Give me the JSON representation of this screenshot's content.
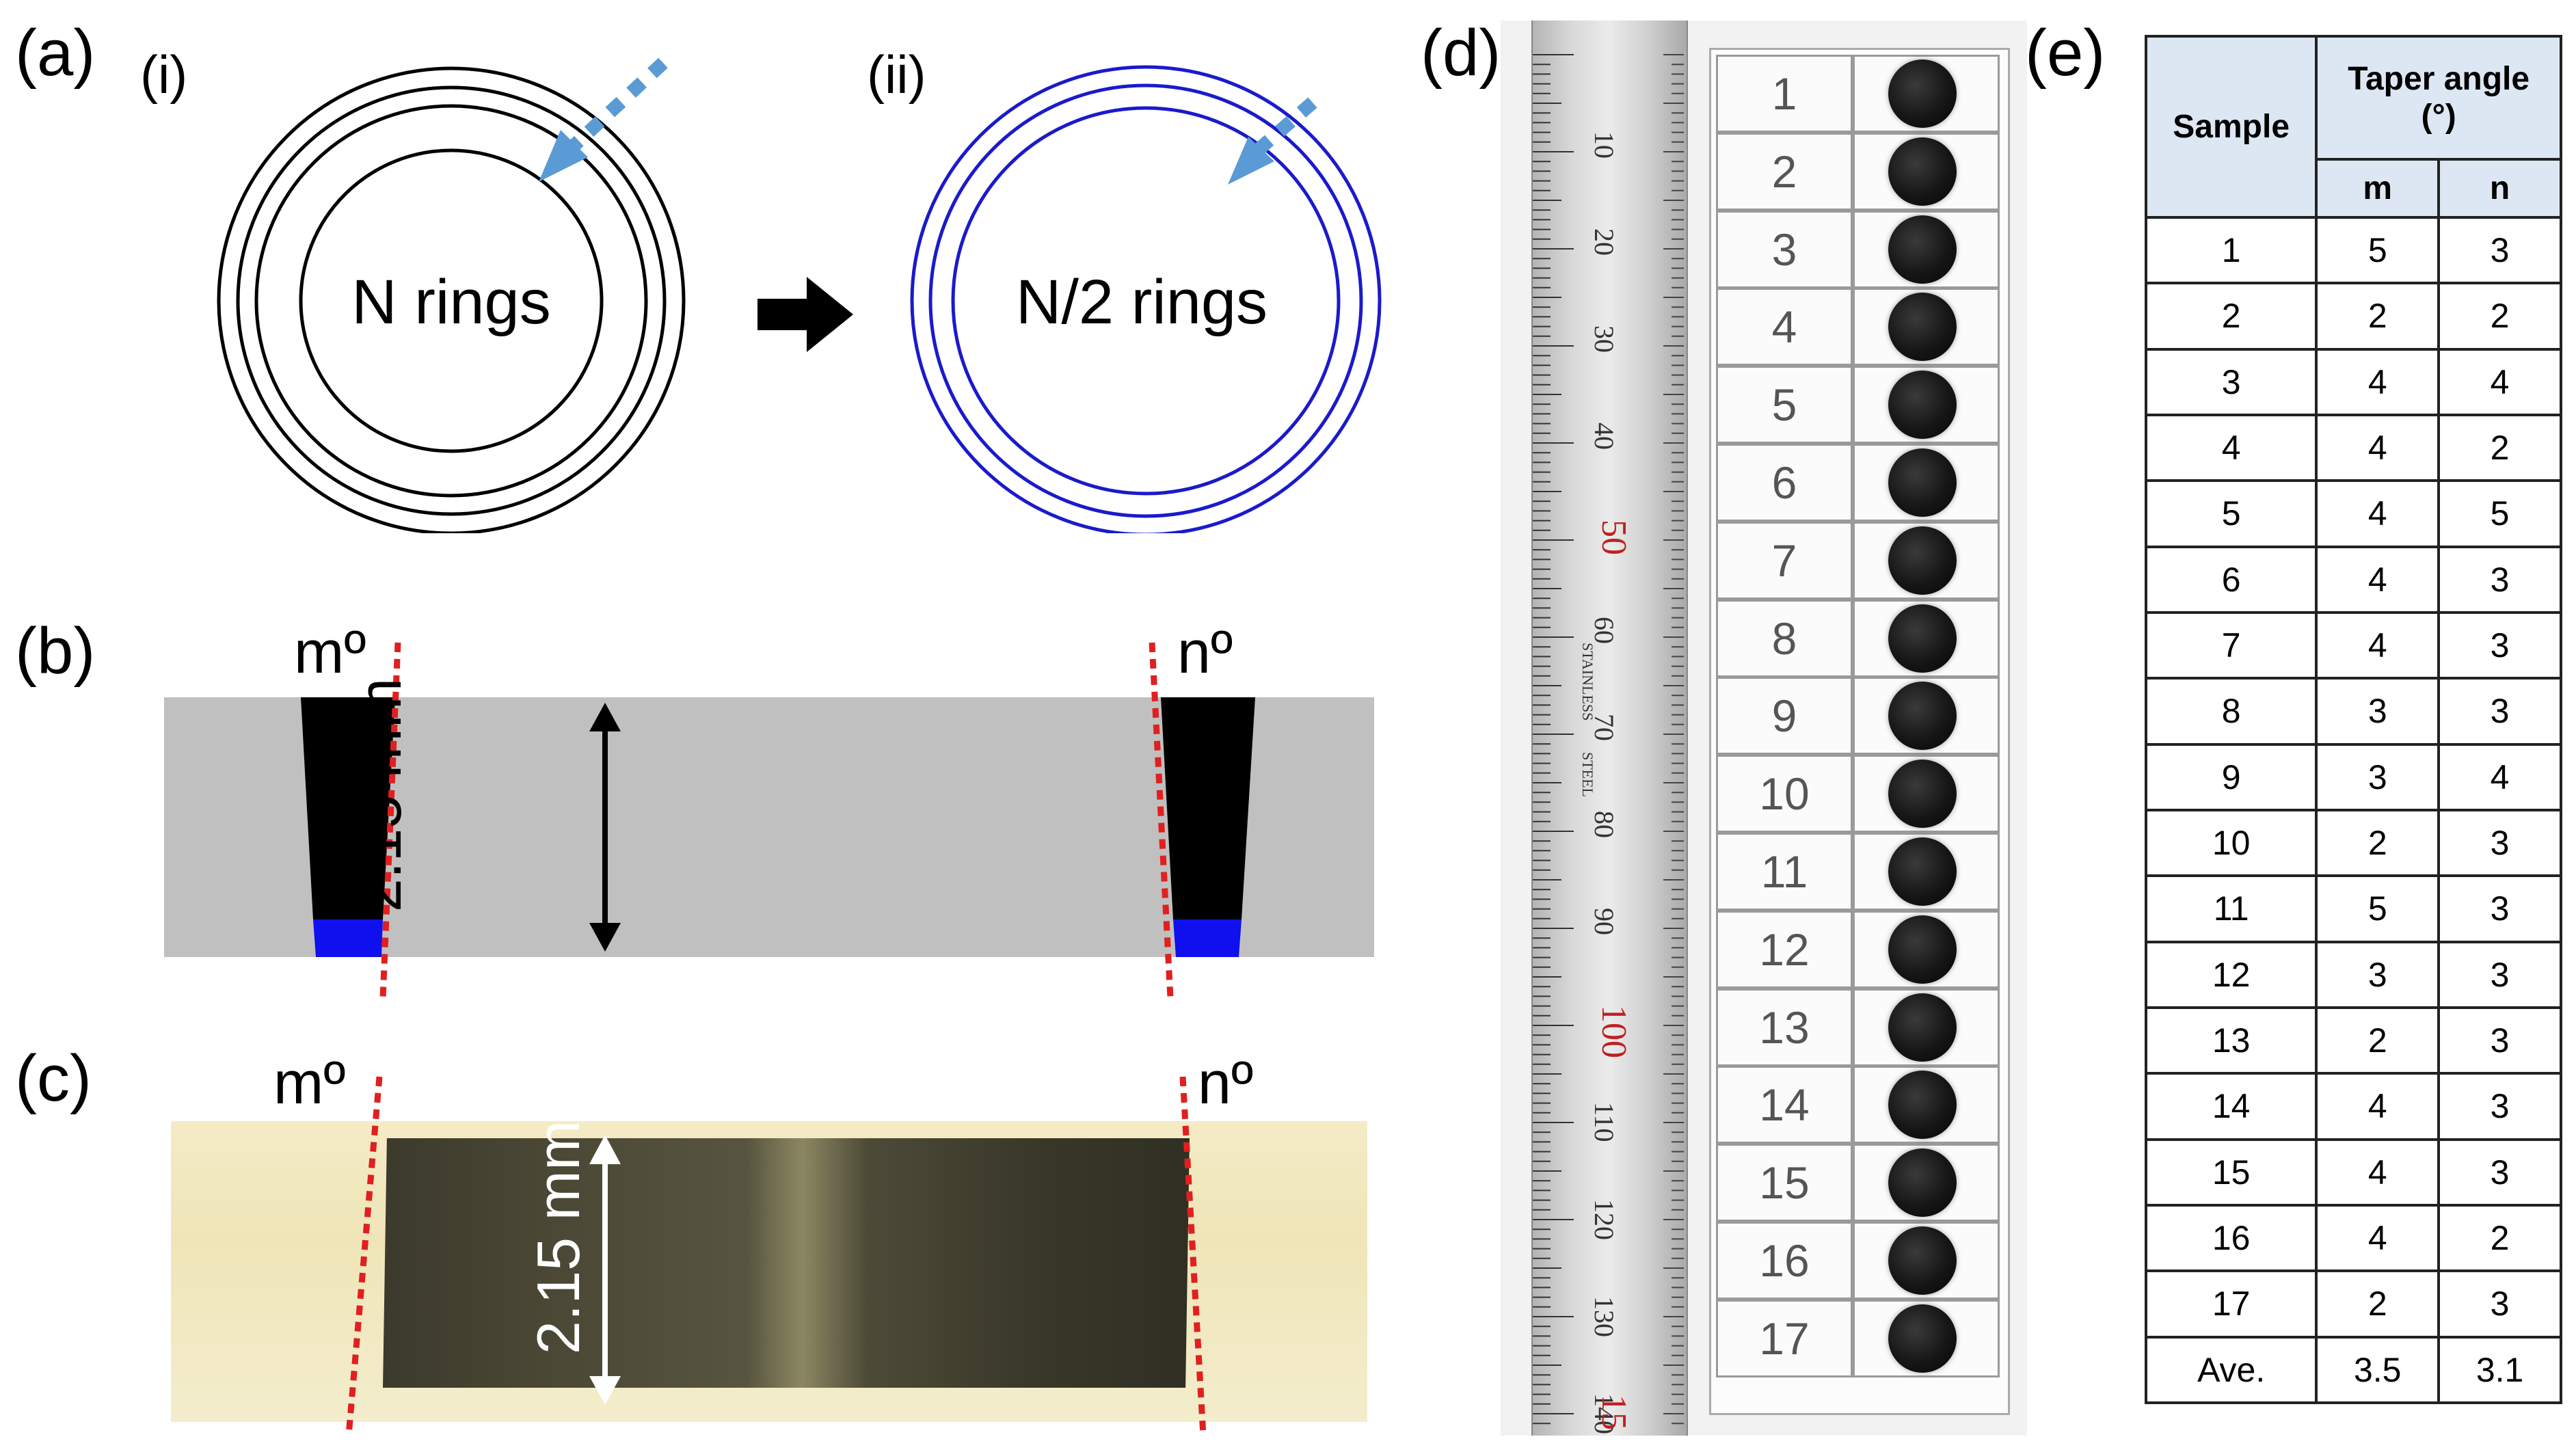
{
  "panels": {
    "a": {
      "label": "(a)",
      "sub_i": "(i)",
      "sub_ii": "(ii)",
      "ring_i_text": "N rings",
      "ring_ii_text": "N/2 rings",
      "ring_i_color": "#000000",
      "ring_ii_color": "#1a1acc",
      "arrow_color": "#5b9bd5"
    },
    "b": {
      "label": "(b)",
      "left_angle": "mº",
      "right_angle": "nº",
      "thickness": "2.15 mm",
      "slab_color": "#c0c0c0",
      "tip_color": "#1010ee"
    },
    "c": {
      "label": "(c)",
      "left_angle": "mº",
      "right_angle": "nº",
      "thickness": "2.15 mm"
    },
    "d": {
      "label": "(d)",
      "ruler_ticks": [
        "10",
        "20",
        "30",
        "40",
        "50",
        "60",
        "70",
        "80",
        "90",
        "100",
        "110",
        "120",
        "130",
        "140",
        "15"
      ],
      "ruler_text_1": "STAINLESS",
      "ruler_text_2": "STEEL",
      "sample_numbers": [
        "1",
        "2",
        "3",
        "4",
        "5",
        "6",
        "7",
        "8",
        "9",
        "10",
        "11",
        "12",
        "13",
        "14",
        "15",
        "16",
        "17"
      ]
    },
    "e": {
      "label": "(e)",
      "header_sample": "Sample",
      "header_taper": "Taper angle (°)",
      "header_m": "m",
      "header_n": "n",
      "rows": [
        [
          "1",
          "5",
          "3"
        ],
        [
          "2",
          "2",
          "2"
        ],
        [
          "3",
          "4",
          "4"
        ],
        [
          "4",
          "4",
          "2"
        ],
        [
          "5",
          "4",
          "5"
        ],
        [
          "6",
          "4",
          "3"
        ],
        [
          "7",
          "4",
          "3"
        ],
        [
          "8",
          "3",
          "3"
        ],
        [
          "9",
          "3",
          "4"
        ],
        [
          "10",
          "2",
          "3"
        ],
        [
          "11",
          "5",
          "3"
        ],
        [
          "12",
          "3",
          "3"
        ],
        [
          "13",
          "2",
          "3"
        ],
        [
          "14",
          "4",
          "3"
        ],
        [
          "15",
          "4",
          "3"
        ],
        [
          "16",
          "4",
          "2"
        ],
        [
          "17",
          "2",
          "3"
        ]
      ],
      "ave_label": "Ave.",
      "ave_m": "3.5",
      "ave_n": "3.1"
    }
  }
}
